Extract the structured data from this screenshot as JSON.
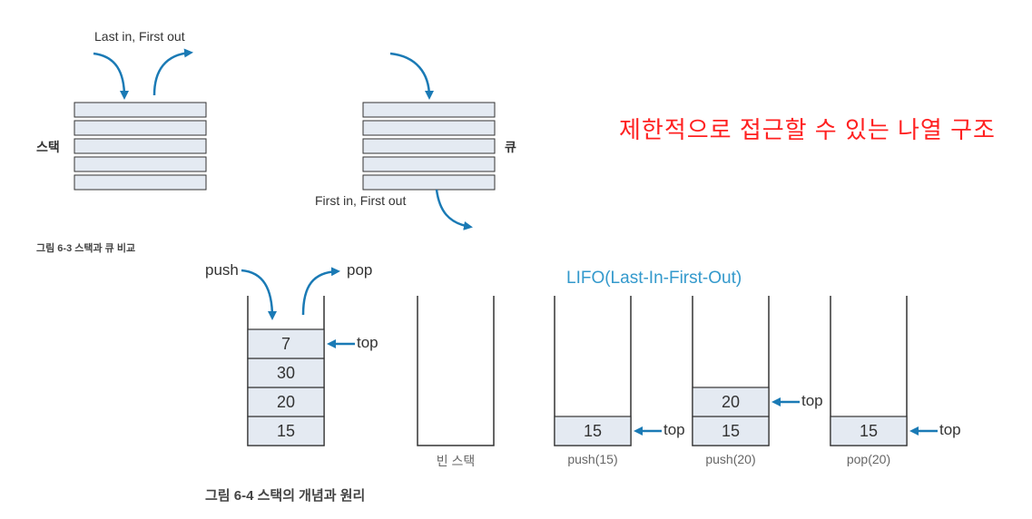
{
  "title": "제한적으로 접근할 수 있는 나열 구조",
  "figure_6_3": {
    "stack_label": "스택",
    "queue_label": "큐",
    "stack_note": "Last in, First out",
    "queue_note": "First in, First out",
    "caption": "그림 6-3  스택과 큐 비교"
  },
  "figure_6_4": {
    "lifo_label": "LIFO(Last-In-First-Out)",
    "push_label": "push",
    "pop_label": "pop",
    "top_label": "top",
    "caption": "그림 6-4  스택의 개념과 원리",
    "stacks": [
      {
        "caption": "",
        "values": [
          "15",
          "20",
          "30",
          "7"
        ]
      },
      {
        "caption": "빈 스택",
        "values": []
      },
      {
        "caption": "push(15)",
        "values": [
          "15"
        ]
      },
      {
        "caption": "push(20)",
        "values": [
          "15",
          "20"
        ]
      },
      {
        "caption": "pop(20)",
        "values": [
          "15"
        ]
      }
    ]
  },
  "colors": {
    "cell_fill": "#e4eaf2",
    "arrow": "#1a7ab5",
    "title": "#ff2020",
    "lifo": "#3399cc"
  }
}
